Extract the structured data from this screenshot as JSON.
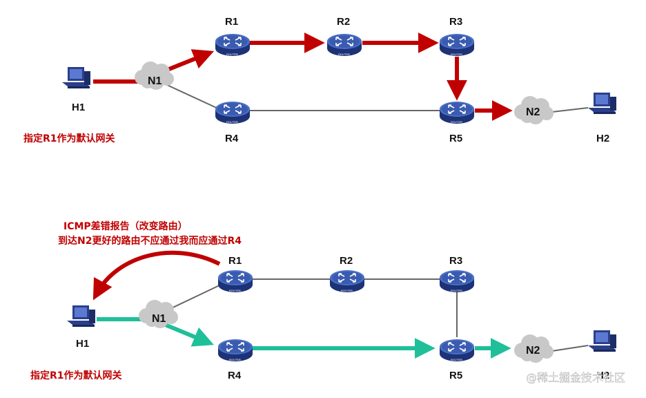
{
  "colors": {
    "red_path": "#c00000",
    "teal_path": "#1fbf9a",
    "gray_link": "#666666",
    "router_body": "#2d4a9e",
    "cloud": "#c8c8c8",
    "note_text": "#c00000"
  },
  "icons": {
    "router": "router-icon",
    "host": "computer-icon",
    "network": "cloud-icon"
  },
  "router_badge": "ROUTER",
  "top": {
    "hosts": {
      "h1": "H1",
      "h2": "H2"
    },
    "routers": {
      "r1": "R1",
      "r2": "R2",
      "r3": "R3",
      "r4": "R4",
      "r5": "R5"
    },
    "networks": {
      "n1": "N1",
      "n2": "N2"
    },
    "note": "指定R1作为默认网关"
  },
  "bottom": {
    "hosts": {
      "h1": "H1",
      "h2": "H2"
    },
    "routers": {
      "r1": "R1",
      "r2": "R2",
      "r3": "R3",
      "r4": "R4",
      "r5": "R5"
    },
    "networks": {
      "n1": "N1",
      "n2": "N2"
    },
    "note": "指定R1作为默认网关",
    "icmp_line1": "ICMP差错报告（改变路由）",
    "icmp_line2": "到达N2更好的路由不应通过我而应通过R4"
  },
  "watermark": "@稀土掘金技术社区"
}
